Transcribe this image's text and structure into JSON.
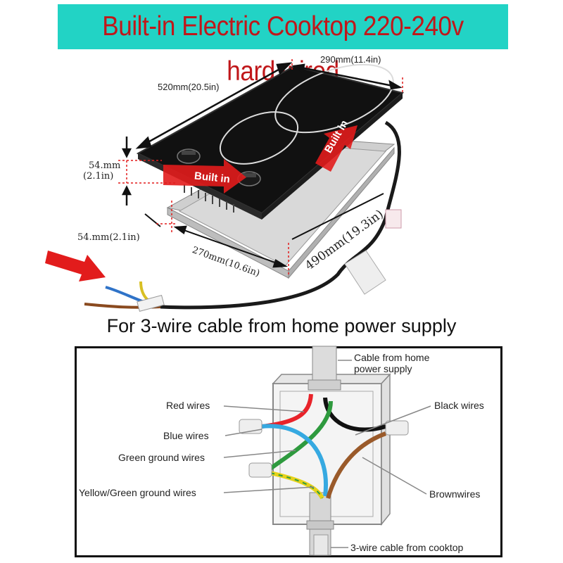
{
  "banner": {
    "title": "Built-in Electric Cooktop 220-240v hard wired",
    "bg_color": "#22d3c5",
    "text_color": "#c0171a"
  },
  "dimensions": {
    "width_top": "520mm(20.5in)",
    "depth_top": "290mm(11.4in)",
    "height_value": "54.mm",
    "height_in": "(2.1in)",
    "cutout_height": "54.mm(2.1in)",
    "cutout_depth": "270mm(10.6in)",
    "cutout_width": "490mm(19.3in)"
  },
  "cooktop_arrows": {
    "front": "Built in",
    "side": "Built in"
  },
  "subtitle": "For 3-wire cable from home power supply",
  "wiring": {
    "cable_home": [
      "Cable from home",
      "power supply"
    ],
    "red": "Red wires",
    "blue": "Blue  wires",
    "green": "Green ground wires",
    "yellow_green": "Yellow/Green  ground wires",
    "black": "Black wires",
    "brown": "Brownwires",
    "cable_cooktop": "3-wire cable from cooktop"
  },
  "wire_colors": {
    "red": "#e8232a",
    "blue": "#36a9e1",
    "green": "#2e9a3e",
    "yellow": "#e6d21a",
    "black": "#111111",
    "brown": "#9a5a2a"
  }
}
